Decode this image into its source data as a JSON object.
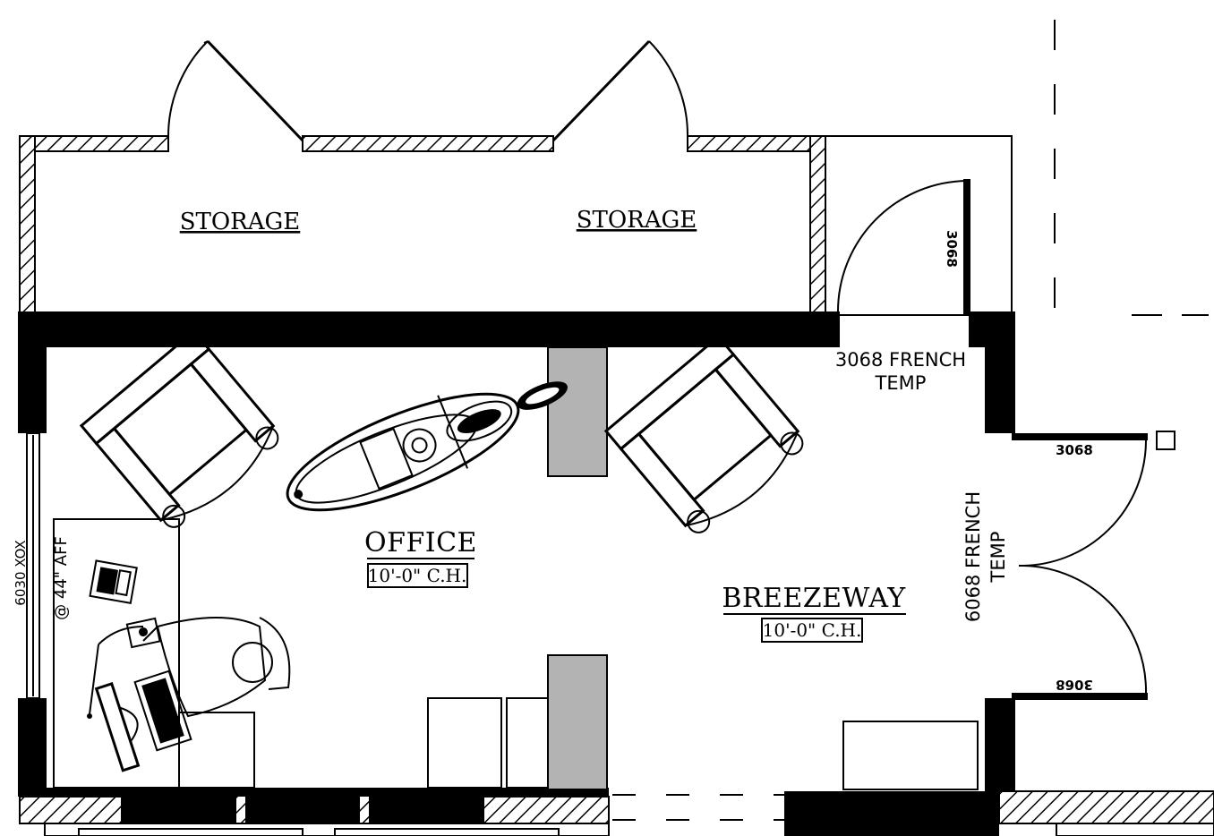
{
  "rooms": {
    "storage_left": "STORAGE",
    "storage_right": "STORAGE",
    "office": "OFFICE",
    "office_ceiling": "10'-0\" C.H.",
    "breezeway": "BREEZEWAY",
    "breezeway_ceiling": "10'-0\" C.H."
  },
  "doors": {
    "side_door_tag": "3068",
    "french_door_line1": "3068 FRENCH",
    "french_door_line2": "TEMP",
    "double_door_upper_tag": "3068",
    "double_door_lower_tag": "3068",
    "double_door_line1": "6068 FRENCH",
    "double_door_line2": "TEMP"
  },
  "window": {
    "size_tag": "6030 XOX",
    "sill_height": "@ 44\" AFF"
  },
  "colors": {
    "wall": "#000000",
    "column": "#b3b3b3",
    "background": "#ffffff"
  }
}
